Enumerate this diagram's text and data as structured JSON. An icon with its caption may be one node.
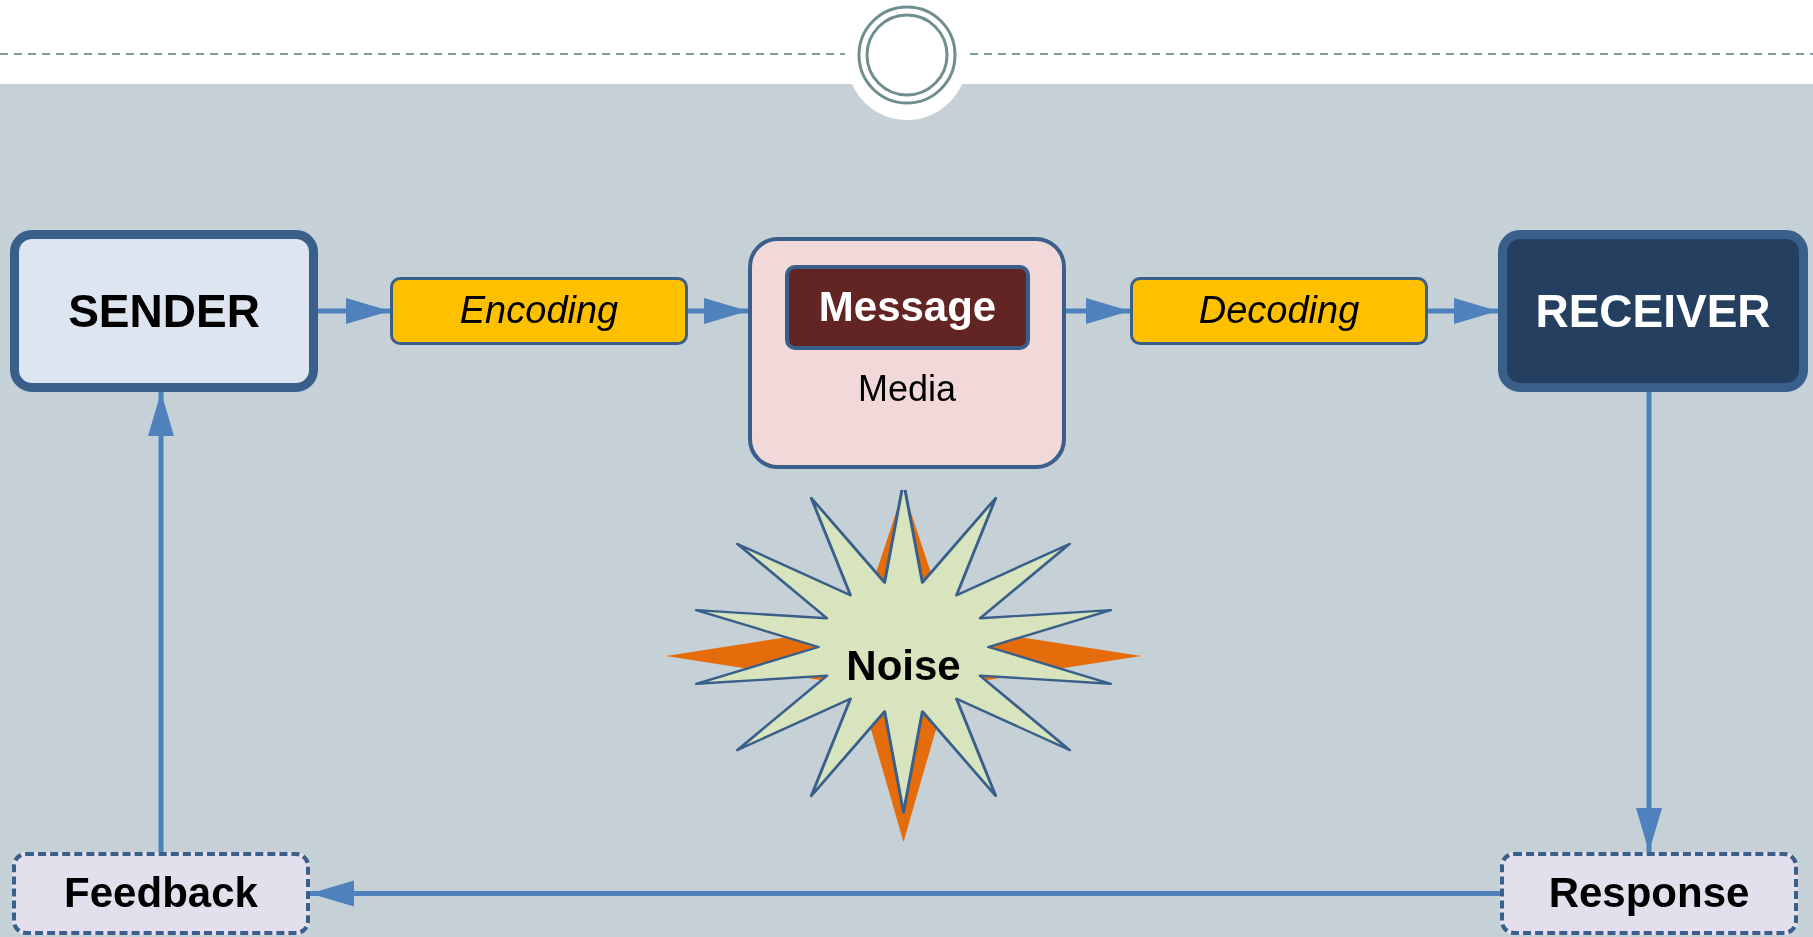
{
  "diagram": {
    "nodes": [
      {
        "text": [
          "SENDER"
        ]
      },
      {
        "text": [
          "Encoding"
        ]
      },
      {
        "text": [
          "Media"
        ]
      },
      {
        "text": [
          "Message"
        ],
        "in": 2
      },
      {
        "text": [
          "Decoding"
        ]
      },
      {
        "text": [
          "RECEIVER"
        ]
      },
      {
        "text": [
          "Noise"
        ]
      },
      {
        "text": [
          "Feedback"
        ]
      },
      {
        "text": [
          "Response"
        ]
      }
    ],
    "edges": [
      {
        "from": 0,
        "to": 1,
        "arrow": "to"
      },
      {
        "from": 1,
        "to": 2,
        "arrow": "to"
      },
      {
        "from": 2,
        "to": 4,
        "arrow": "to"
      },
      {
        "from": 4,
        "to": 5,
        "arrow": "to"
      },
      {
        "from": 5,
        "to": 8,
        "arrow": "to"
      },
      {
        "from": 8,
        "to": 7,
        "arrow": "to"
      },
      {
        "from": 7,
        "to": 0,
        "arrow": "to"
      }
    ]
  }
}
